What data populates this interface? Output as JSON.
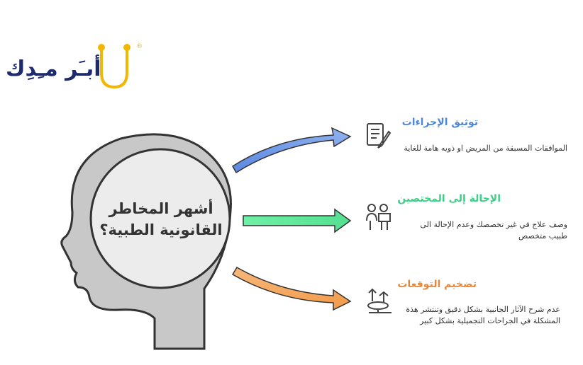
{
  "brand": {
    "name": "أبـَر مـِدِك",
    "registered_mark": "®"
  },
  "center": {
    "line1": "أشهر المخاطر",
    "line2": "القانونية الطبية؟"
  },
  "items": [
    {
      "title": "توثيق الإجراءات",
      "title_color": "#4e86d8",
      "desc_line1": "الموافقات المسبقة من المريض او ذويه هامة للغاية",
      "desc_line2": "",
      "icon": "document-pen-icon"
    },
    {
      "title": "الإحالة إلى المختصين",
      "title_color": "#3ccf86",
      "desc_line1": "وصف علاج في غير تخصصك وعدم الإحالة الى",
      "desc_line2": "طبيب متخصص",
      "icon": "presenter-icon"
    },
    {
      "title": "تضخيم التوقعات",
      "title_color": "#e8873a",
      "desc_line1": "عدم شرح الآثار الجانبية بشكل دقيق وتنتشر هذة",
      "desc_line2": "المشكلة في الجراحات التجميلية بشكل كبير",
      "icon": "scale-icon"
    }
  ],
  "colors": {
    "brand_navy": "#1d2a6e",
    "brand_yellow": "#f2b705",
    "head_fill": "#c8c8c8",
    "head_stroke": "#333333"
  }
}
